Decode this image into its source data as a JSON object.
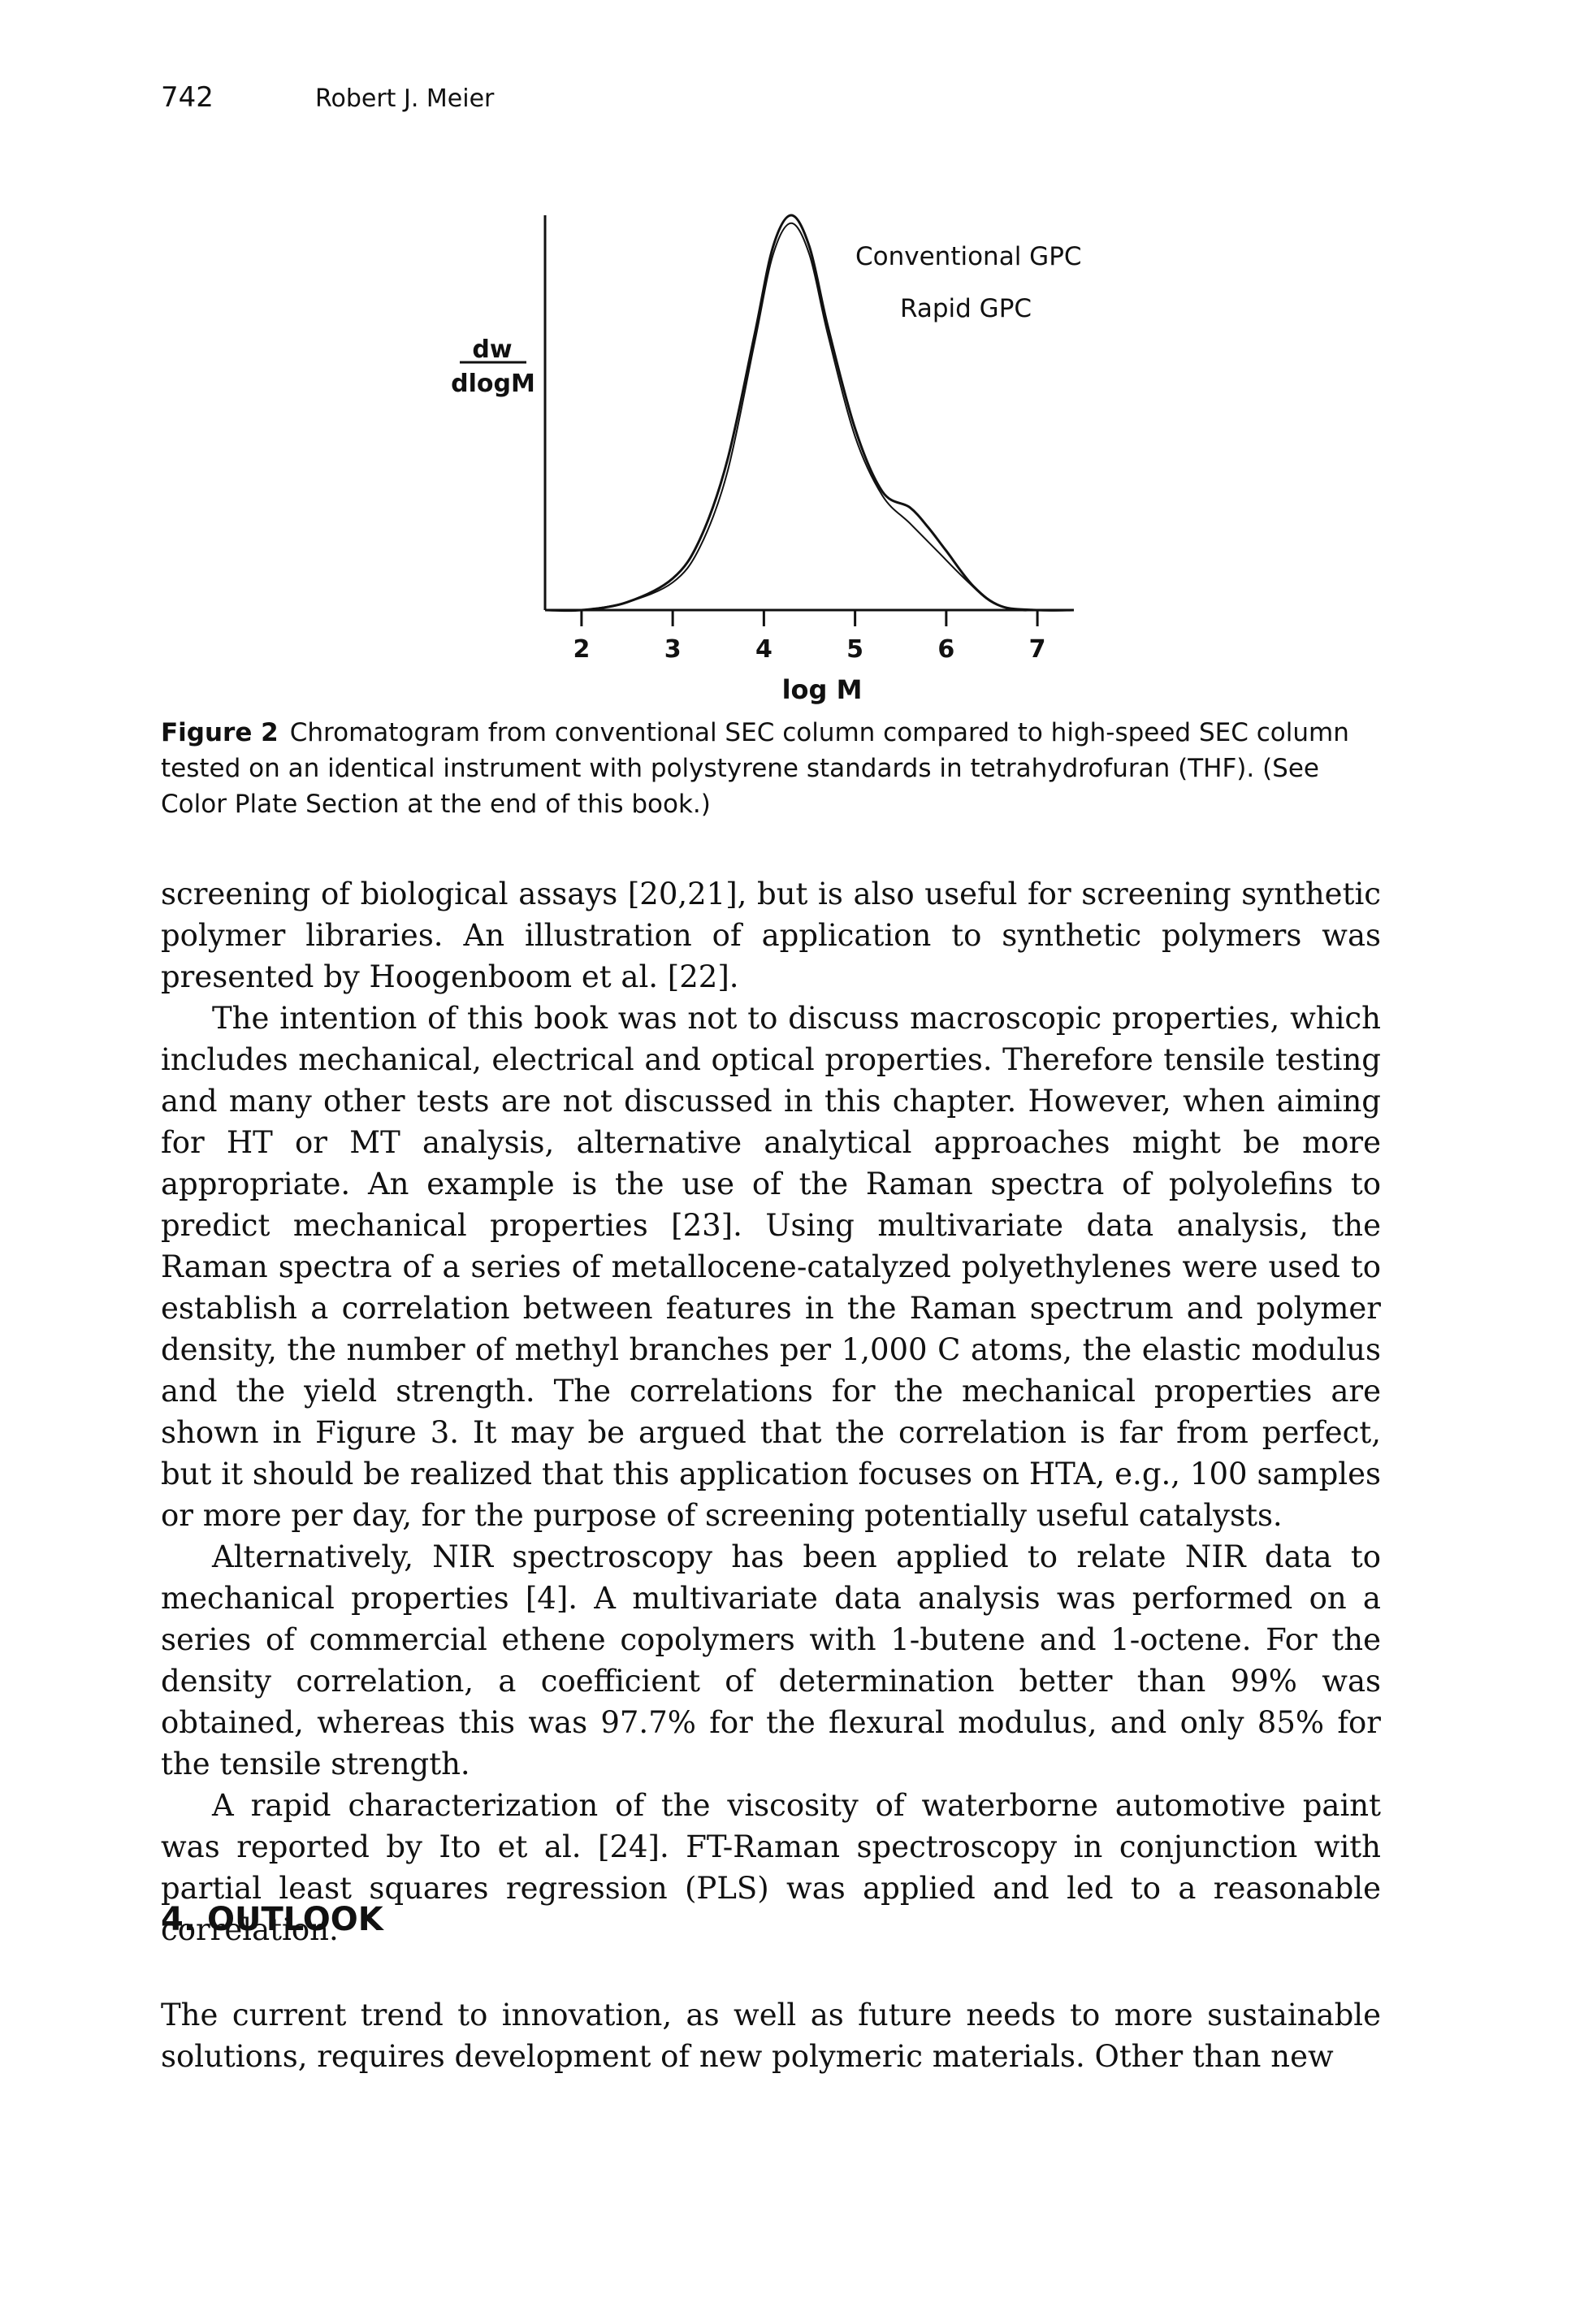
{
  "header": {
    "page_number": "742",
    "running_head": "Robert J. Meier"
  },
  "figure": {
    "ylabel_top": "dw",
    "ylabel_bottom": "dlogM",
    "xlabel": "log M",
    "caption_label": "Figure 2",
    "caption_text": "Chromatogram from conventional SEC column compared to high-speed SEC column tested on an identical instrument with polystyrene standards in tetrahydrofuran (THF). (See Color Plate Section at the end of this book.)"
  },
  "chart_data": {
    "type": "line",
    "xlabel": "log M",
    "ylabel": "dw / dlogM",
    "xticks": [
      "2",
      "3",
      "4",
      "5",
      "6",
      "7"
    ],
    "xlim": [
      1.6,
      7.4
    ],
    "ylim": [
      0,
      1.0
    ],
    "yticks_shown": false,
    "legend_placement": "top-right",
    "series": [
      {
        "name": "Conventional GPC",
        "x": [
          1.6,
          2.0,
          2.5,
          3.0,
          3.3,
          3.6,
          3.9,
          4.1,
          4.3,
          4.5,
          4.7,
          5.0,
          5.3,
          5.6,
          5.8,
          6.0,
          6.3,
          6.6,
          7.0,
          7.4
        ],
        "y": [
          0.0,
          0.0,
          0.02,
          0.08,
          0.18,
          0.38,
          0.7,
          0.92,
          1.0,
          0.92,
          0.72,
          0.46,
          0.3,
          0.26,
          0.21,
          0.15,
          0.06,
          0.01,
          0.0,
          0.0
        ]
      },
      {
        "name": "Rapid GPC",
        "x": [
          1.6,
          2.0,
          2.5,
          3.0,
          3.3,
          3.6,
          3.9,
          4.1,
          4.3,
          4.5,
          4.7,
          5.0,
          5.3,
          5.6,
          5.9,
          6.2,
          6.5,
          6.8,
          7.0,
          7.4
        ],
        "y": [
          0.0,
          0.0,
          0.02,
          0.07,
          0.16,
          0.35,
          0.68,
          0.9,
          0.98,
          0.9,
          0.7,
          0.44,
          0.29,
          0.22,
          0.15,
          0.08,
          0.02,
          0.0,
          0.0,
          0.0
        ]
      }
    ]
  },
  "body": {
    "para1": "screening of biological assays [20,21], but is also useful for screening synthetic polymer libraries. An illustration of application to synthetic polymers was presented by Hoogenboom et al. [22].",
    "para2": "The intention of this book was not to discuss macroscopic properties, which includes mechanical, electrical and optical properties. Therefore tensile testing and many other tests are not discussed in this chapter. However, when aiming for HT or MT analysis, alternative analytical approaches might be more appropriate. An example is the use of the Raman spectra of polyolefins to predict mechanical properties [23]. Using multivariate data analysis, the Raman spectra of a series of metallocene-catalyzed polyethylenes were used to establish a correlation between features in the Raman spectrum and polymer density, the number of methyl branches per 1,000 C atoms, the elastic modulus and the yield strength. The correlations for the mechanical properties are shown in Figure 3. It may be argued that the correlation is far from perfect, but it should be realized that this application focuses on HTA, e.g., 100 samples or more per day, for the purpose of screening potentially useful catalysts.",
    "para3": "Alternatively, NIR spectroscopy has been applied to relate NIR data to mechanical properties [4]. A multivariate data analysis was performed on a series of commercial ethene copolymers with 1-butene and 1-octene. For the density correlation, a coefficient of determination better than 99% was obtained, whereas this was 97.7% for the flexural modulus, and only 85% for the tensile strength.",
    "para4": "A rapid characterization of the viscosity of waterborne automotive paint was reported by Ito et al. [24]. FT-Raman spectroscopy in conjunction with partial least squares regression (PLS) was applied and led to a reasonable correlation.",
    "section_heading": "4. OUTLOOK",
    "para5": "The current trend to innovation, as well as future needs to more sustainable solutions, requires development of new polymeric materials. Other than new"
  }
}
